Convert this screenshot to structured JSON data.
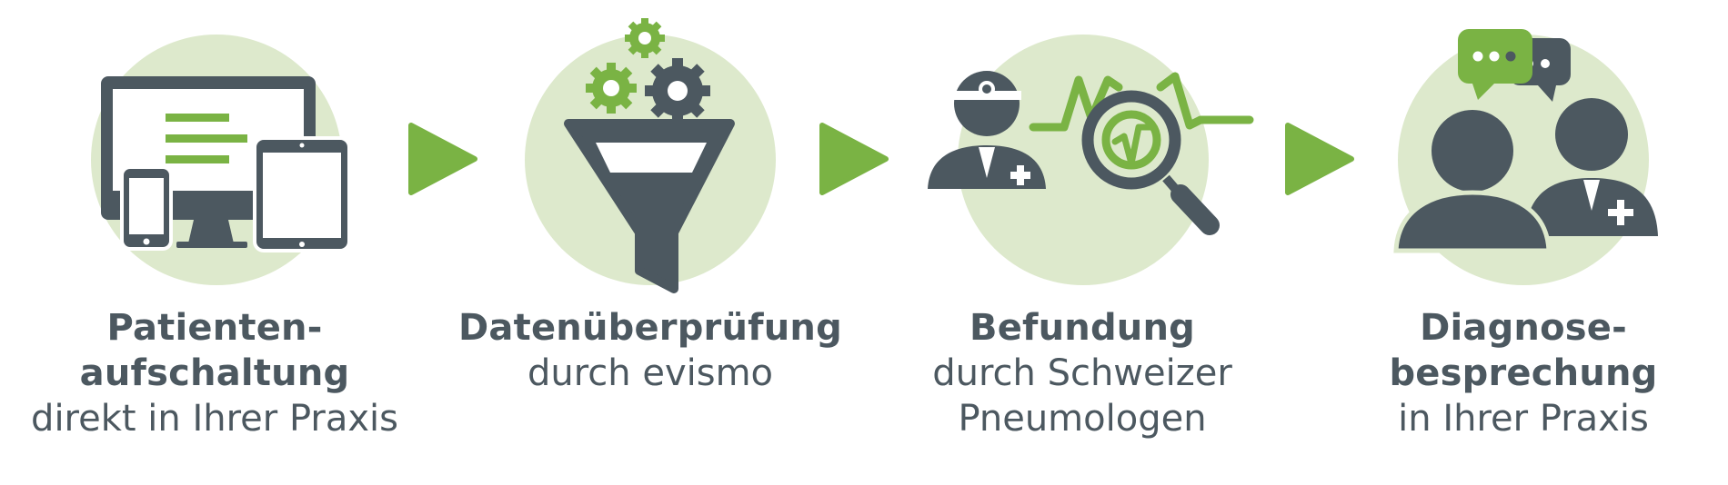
{
  "colors": {
    "accent_green": "#7ab344",
    "light_green": "#dde9cc",
    "dark_slate": "#4c5860",
    "background": "#ffffff"
  },
  "steps": [
    {
      "icon": "devices-icon",
      "title_lines": [
        "Patienten-",
        "aufschaltung"
      ],
      "sub_lines": [
        "direkt in Ihrer Praxis"
      ]
    },
    {
      "icon": "funnel-gears-icon",
      "title_lines": [
        "Datenüberprüfung"
      ],
      "sub_lines": [
        "durch evismo"
      ]
    },
    {
      "icon": "doctor-magnifier-icon",
      "title_lines": [
        "Befundung"
      ],
      "sub_lines": [
        "durch Schweizer",
        "Pneumologen"
      ]
    },
    {
      "icon": "consultation-icon",
      "title_lines": [
        "Diagnose-",
        "besprechung"
      ],
      "sub_lines": [
        "in Ihrer Praxis"
      ]
    }
  ],
  "arrows": [
    "arrow-right-icon",
    "arrow-right-icon",
    "arrow-right-icon"
  ]
}
